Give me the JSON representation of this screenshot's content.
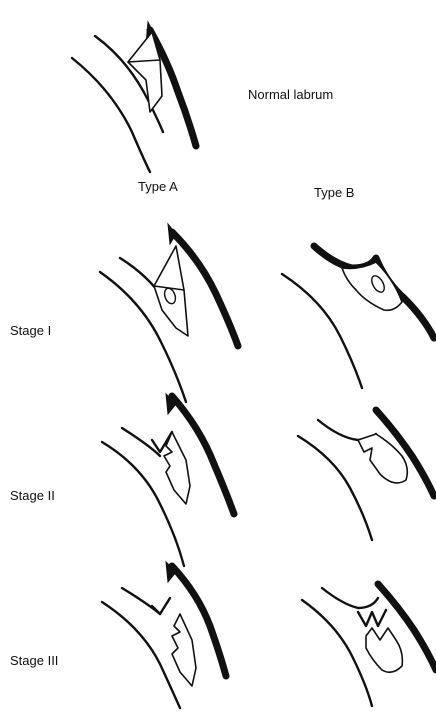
{
  "labels": {
    "normal": "Normal labrum",
    "type_a": "Type A",
    "type_b": "Type B",
    "stage_1": "Stage I",
    "stage_2": "Stage II",
    "stage_3": "Stage III"
  },
  "colors": {
    "ink": "#111111",
    "background": "#ffffff"
  }
}
